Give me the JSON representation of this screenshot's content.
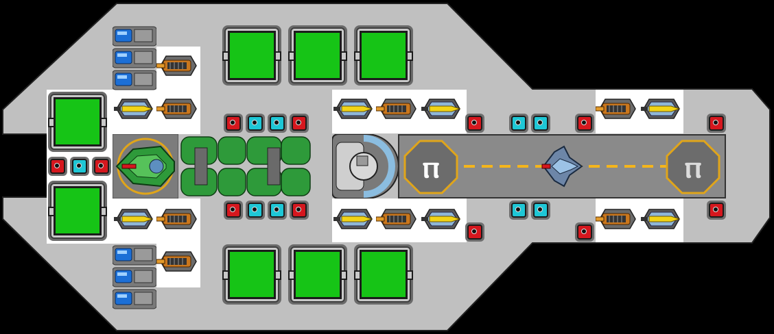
{
  "scene": {
    "colors": {
      "hull": "#c0c0c0",
      "deck": "#ffffff",
      "room_fill": "#16c416",
      "cap_red": "#d5171e",
      "cap_cyan": "#1ec7d6",
      "laser_yellow": "#f2d416",
      "missile_orange": "#c9771e",
      "launch_strip": "#8a8a8a",
      "gold_ring": "#e0a51a",
      "runway_dash": "#f4b51c"
    },
    "landing_pads": [
      {
        "label": "ⲡ",
        "outline": "gold"
      },
      {
        "label": "ⲡ",
        "outline": "gold"
      }
    ],
    "runway_lights": "dashed"
  }
}
